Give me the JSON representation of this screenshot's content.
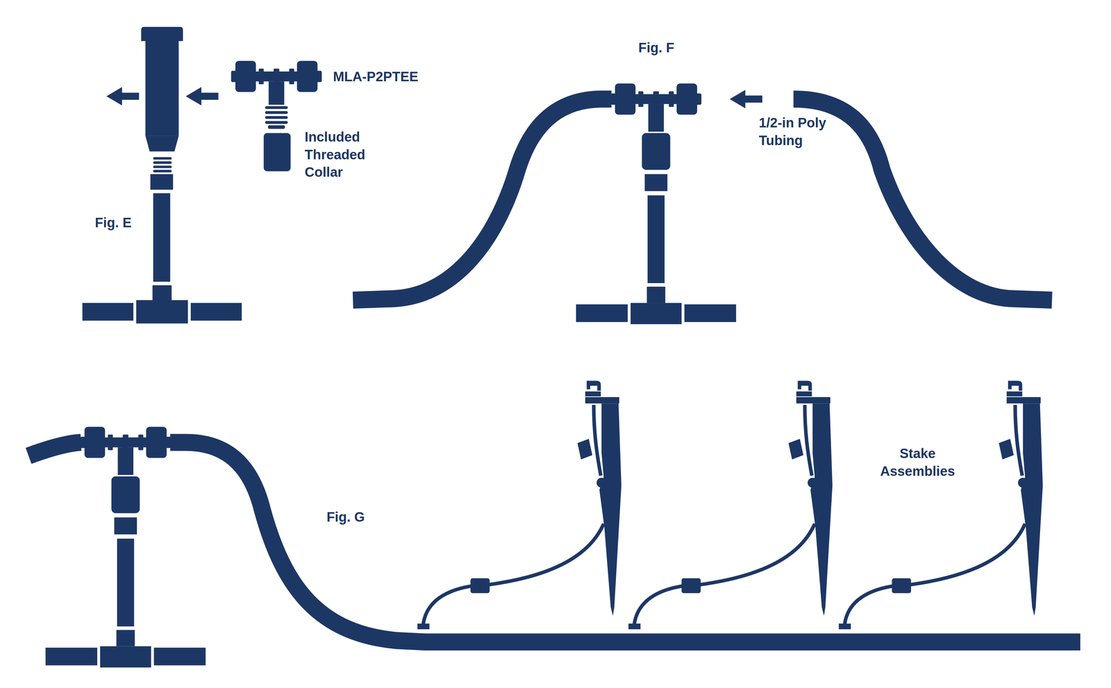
{
  "diagram": {
    "labels": [
      "MLA-P2PTEE",
      "Included Threaded Collar",
      "Fig. E",
      "Fig. F",
      "1/2-in Poly Tubing",
      "Fig. G",
      "Stake Assemblies"
    ]
  }
}
